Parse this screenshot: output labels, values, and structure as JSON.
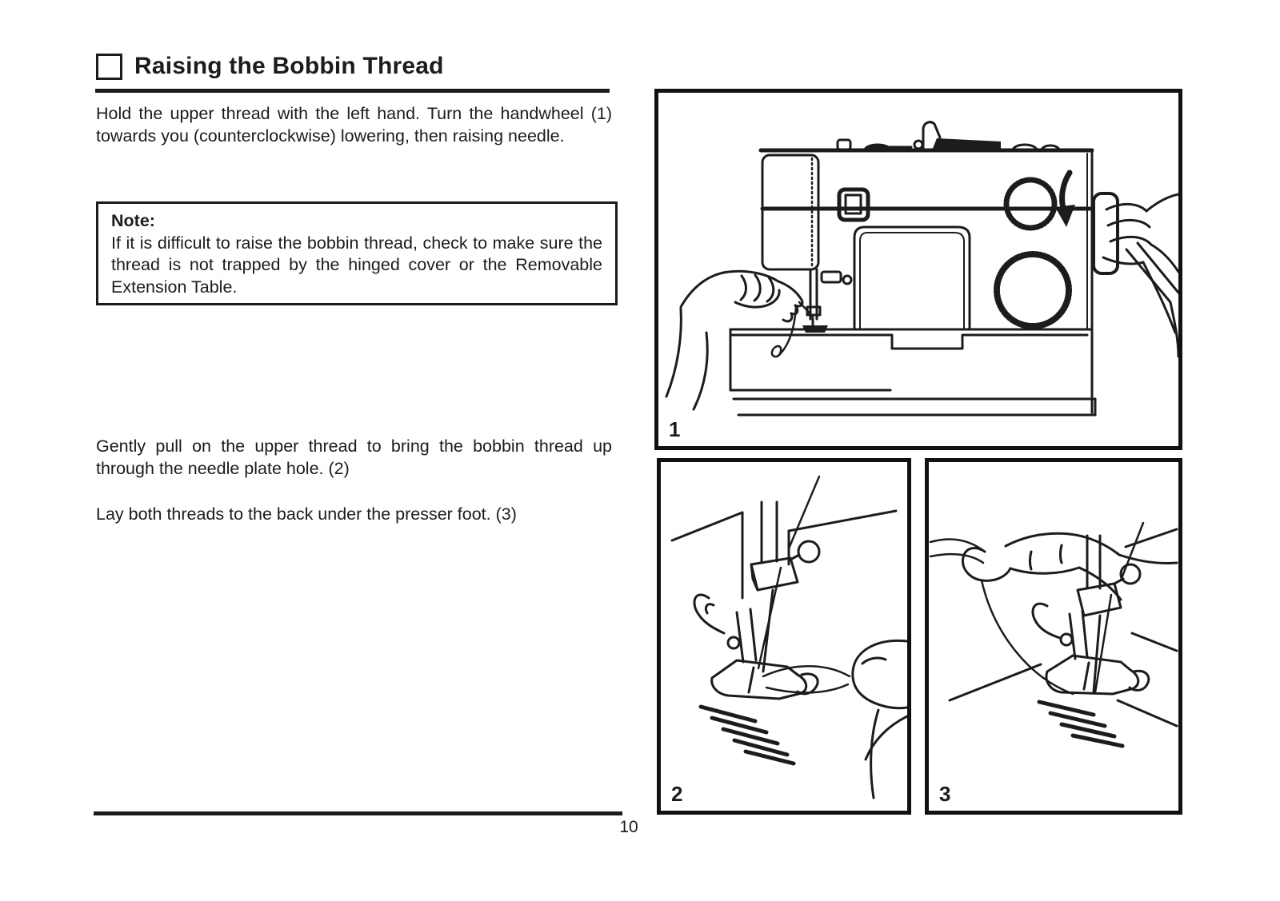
{
  "doc": {
    "title": "Raising the Bobbin Thread",
    "page_number": "10",
    "paragraphs": {
      "p1": "Hold the upper thread with the left hand. Turn the handwheel (1) towards you (counterclockwise) lowering, then raising needle.",
      "p2": "Gently pull on the upper thread to bring the bobbin thread up through the needle plate hole. (2)",
      "p3": "Lay both threads to the back under the presser foot. (3)"
    },
    "note": {
      "label": "Note:",
      "text": "If it is difficult to raise the bobbin thread, check to make sure the thread is not trapped by the hinged cover or the Removable Extension Table."
    },
    "figures": [
      {
        "label": "1",
        "subject": "turning the handwheel while holding the upper thread"
      },
      {
        "label": "2",
        "subject": "pulling the bobbin thread up through the needle plate hole"
      },
      {
        "label": "3",
        "subject": "laying both threads back under the presser foot"
      }
    ],
    "colors": {
      "ink": "#1c1c1c",
      "paper": "#ffffff",
      "border": "#111111"
    }
  }
}
